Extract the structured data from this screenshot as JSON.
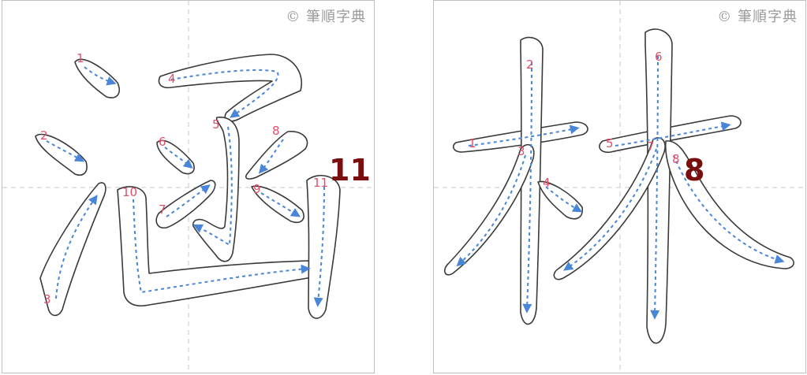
{
  "panels": [
    {
      "id": "left",
      "character": "涵",
      "copyright": "© 筆順字典",
      "stroke_count": "11",
      "stroke_numbers": [
        "1",
        "2",
        "3",
        "4",
        "5",
        "6",
        "7",
        "8",
        "9",
        "10",
        "11"
      ]
    },
    {
      "id": "right",
      "character": "林",
      "copyright": "© 筆順字典",
      "stroke_count": "8",
      "stroke_numbers": [
        "1",
        "2",
        "3",
        "4",
        "5",
        "6",
        "7",
        "8"
      ]
    }
  ],
  "colors": {
    "stroke_number": "#e0506a",
    "arrow": "#4a86d8",
    "stroke_count": "#7a0d0d",
    "outline": "#3a3a3a",
    "guide": "#c8c8c8"
  }
}
